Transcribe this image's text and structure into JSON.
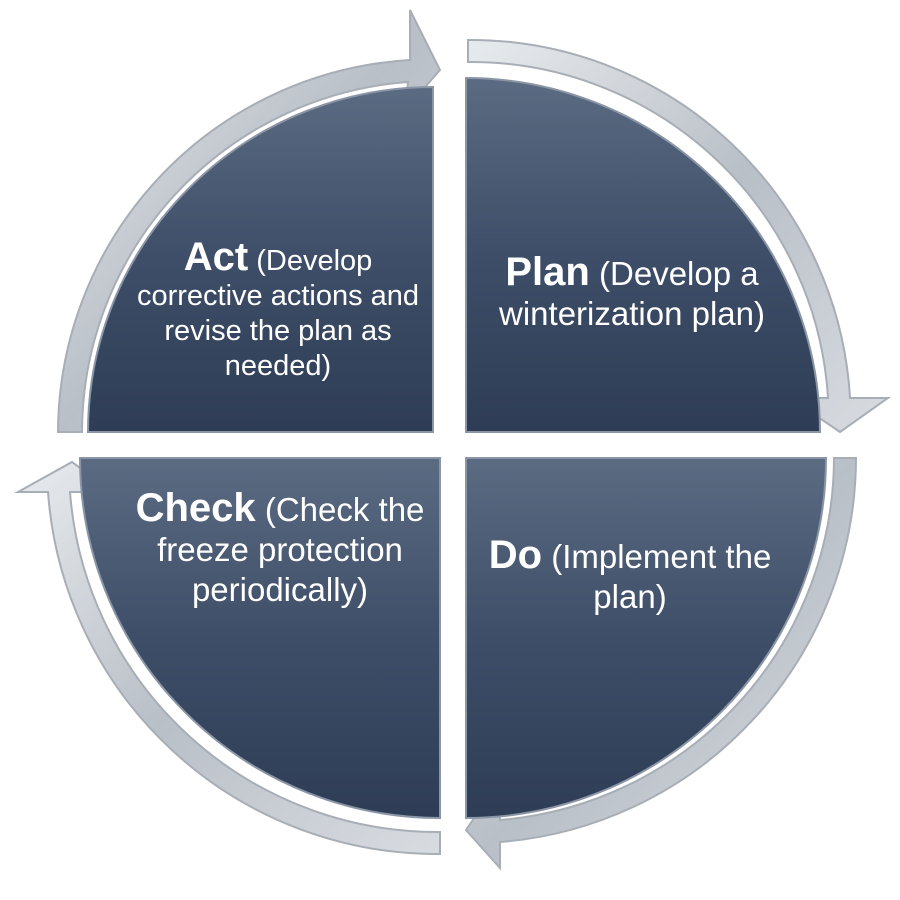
{
  "colors": {
    "quadrant_fill_top": "#5a6a80",
    "quadrant_fill_bottom": "#2f3f57",
    "arrow_fill": "#c4c9d0",
    "arrow_highlight": "#f2f4f6",
    "text": "#ffffff"
  },
  "quadrants": {
    "act": {
      "title": "Act",
      "text": " (Develop corrective actions and revise the plan as needed)"
    },
    "plan": {
      "title": "Plan",
      "text": " (Develop a winterization plan)"
    },
    "do": {
      "title": "Do",
      "text": " (Implement the plan)"
    },
    "check": {
      "title": "Check",
      "text": " (Check the freeze protection periodically)"
    }
  }
}
